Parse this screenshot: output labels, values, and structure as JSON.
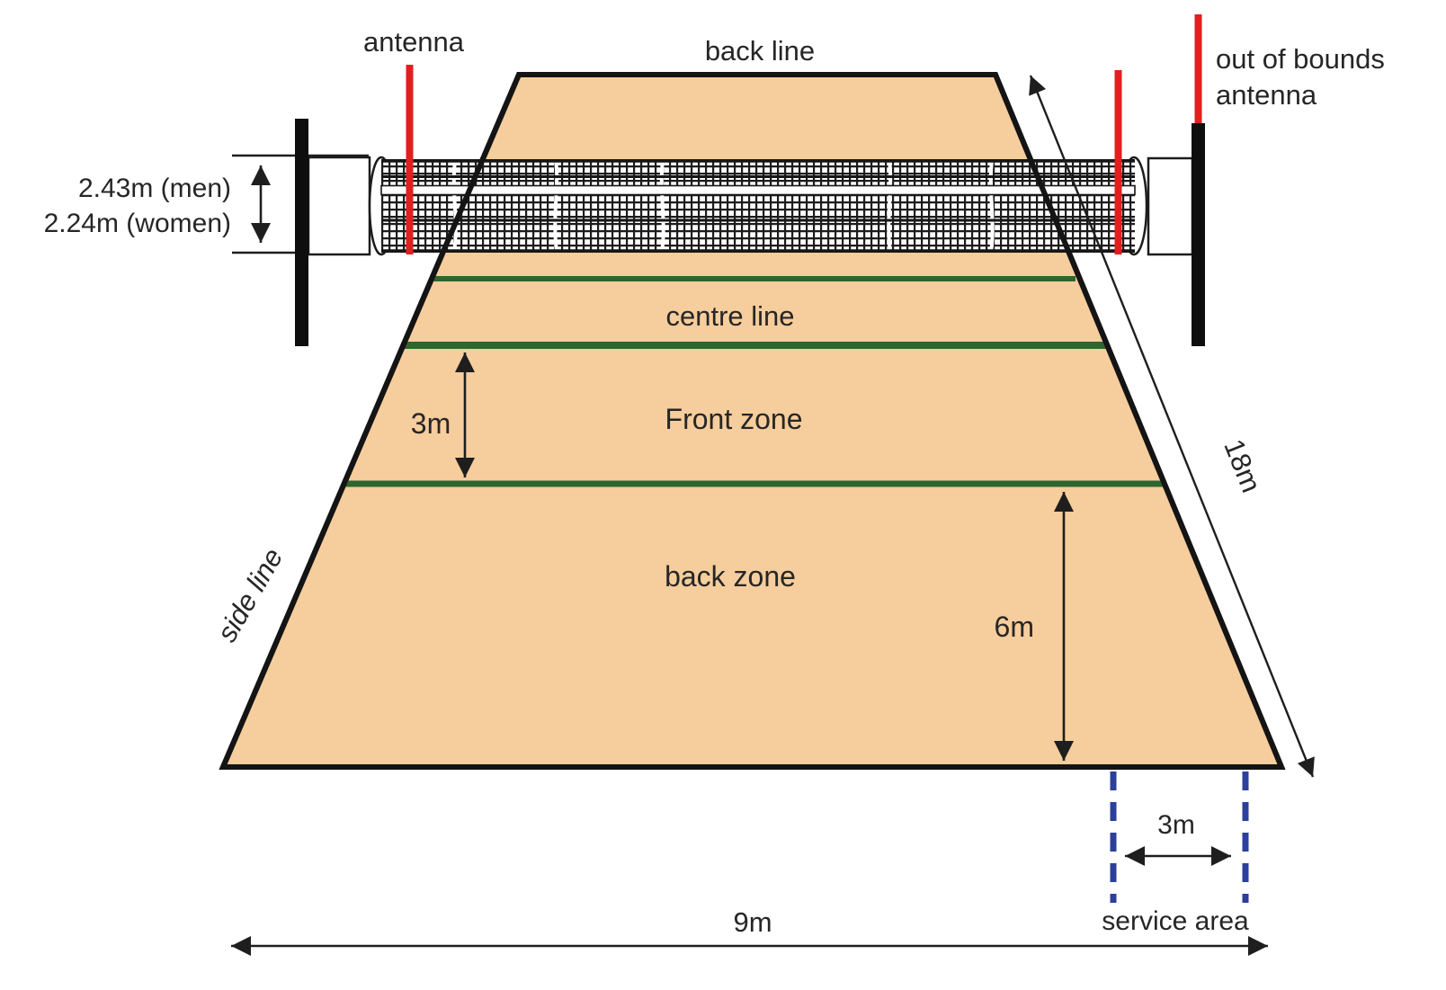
{
  "labels": {
    "antenna": "antenna",
    "back_line": "back line",
    "out_of_bounds_1": "out of bounds",
    "out_of_bounds_2": "antenna",
    "net_height_men": "2.43m (men)",
    "net_height_women": "2.24m (women)",
    "centre_line": "centre line",
    "front_zone": "Front zone",
    "back_zone": "back zone",
    "side_line": "side line",
    "service_area": "service area"
  },
  "dimensions": {
    "front_zone_depth": "3m",
    "back_zone_depth": "6m",
    "court_length": "18m",
    "court_width": "9m",
    "service_area_width": "3m"
  },
  "colors": {
    "court_sand": "#F6CD9C",
    "line_green": "#2F6530",
    "antenna_red": "#E01F1F",
    "service_dash_blue": "#2B3F9B",
    "outline_black": "#141414",
    "dimension_line": "#1E1E1E",
    "text": "#262626"
  }
}
